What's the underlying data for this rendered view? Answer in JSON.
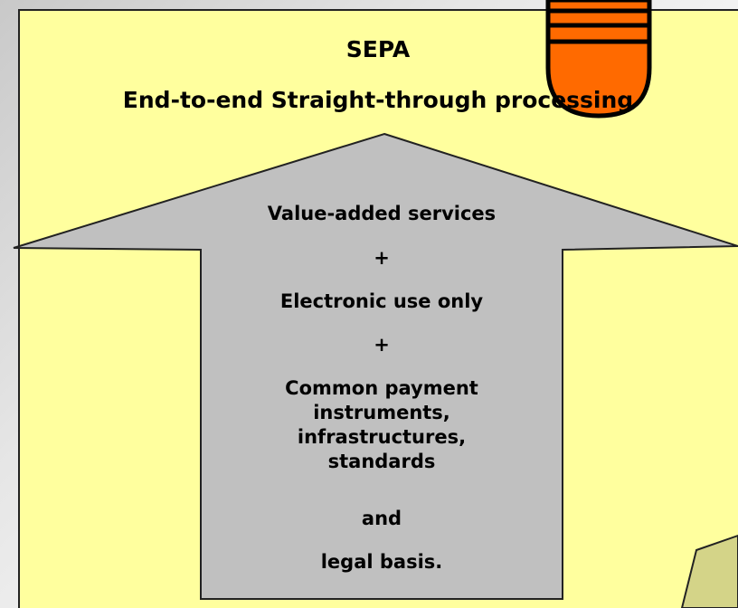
{
  "header": {
    "line1": "SEPA",
    "line2": "End-to-end Straight-through processing"
  },
  "arrow": {
    "item1": "Value-added services",
    "plus1": "+",
    "item2": "Electronic use only",
    "plus2": "+",
    "item3": "Common payment instruments, infrastructures, standards",
    "item4": "and",
    "item5": "legal basis."
  },
  "colors": {
    "panel": "#ffff9e",
    "arrow": "#c0c0c0",
    "accent": "#ff6a00"
  }
}
